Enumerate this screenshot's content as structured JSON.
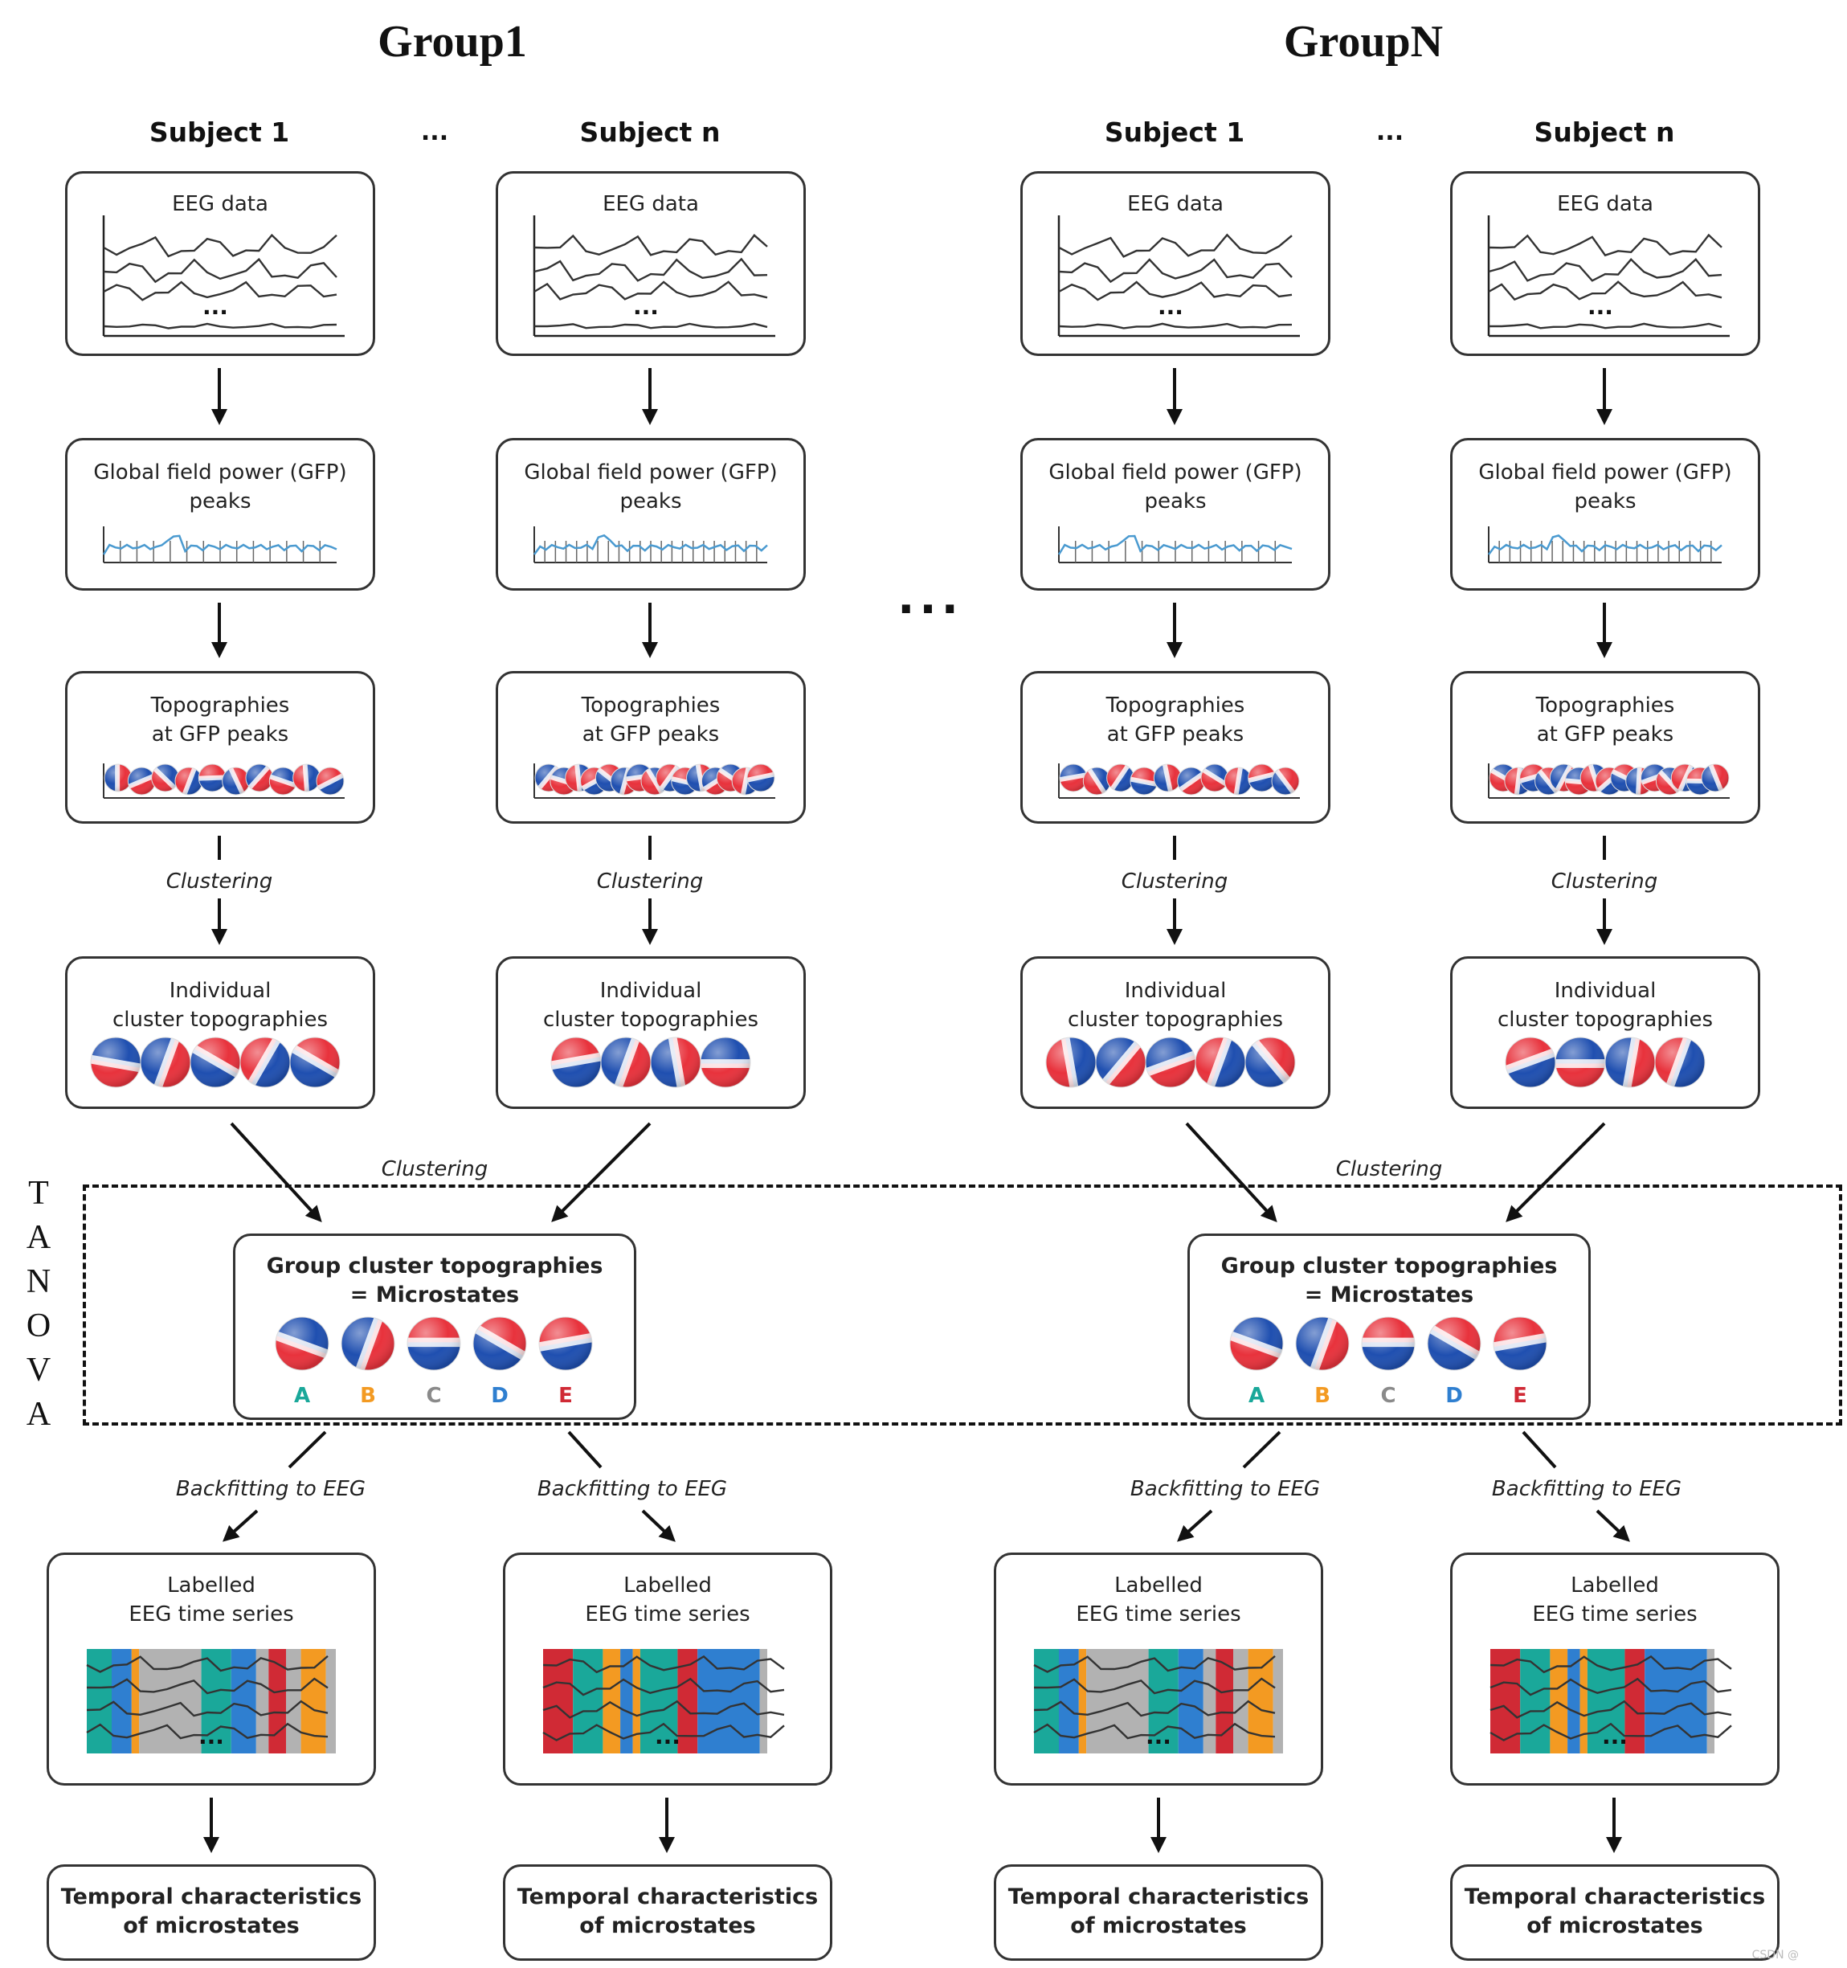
{
  "groups": [
    {
      "title": "Group1"
    },
    {
      "title": "GroupN"
    }
  ],
  "subjects": [
    "Subject 1",
    "Subject n",
    "Subject 1",
    "Subject n"
  ],
  "ellipsis_small": "...",
  "ellipsis_big": "...",
  "steps": {
    "eeg": "EEG data",
    "gfp": "Global field power (GFP)\npeaks",
    "topo": "Topographies\nat GFP peaks",
    "indiv": "Individual\ncluster topographies",
    "labelled": "Labelled\nEEG time series",
    "temporal": "Temporal characteristics\nof microstates"
  },
  "labels": {
    "clustering": "Clustering",
    "backfitting": "Backfitting to EEG",
    "group_cluster": "Group cluster topographies\n= Microstates",
    "tanova": [
      "T",
      "A",
      "N",
      "O",
      "V",
      "A"
    ],
    "inner_dots": "...",
    "watermark": "CSDN @"
  },
  "microstates": [
    {
      "letter": "A",
      "color": "#1aa89a"
    },
    {
      "letter": "B",
      "color": "#f39a22"
    },
    {
      "letter": "C",
      "color": "#8a8a8a"
    },
    {
      "letter": "D",
      "color": "#2f7fd0"
    },
    {
      "letter": "E",
      "color": "#d02a35"
    }
  ],
  "colors": {
    "red": "#e8323c",
    "blue": "#1f4fb0",
    "gfp_line": "#4a9ad0",
    "gray_band": "#b2b2b2"
  }
}
